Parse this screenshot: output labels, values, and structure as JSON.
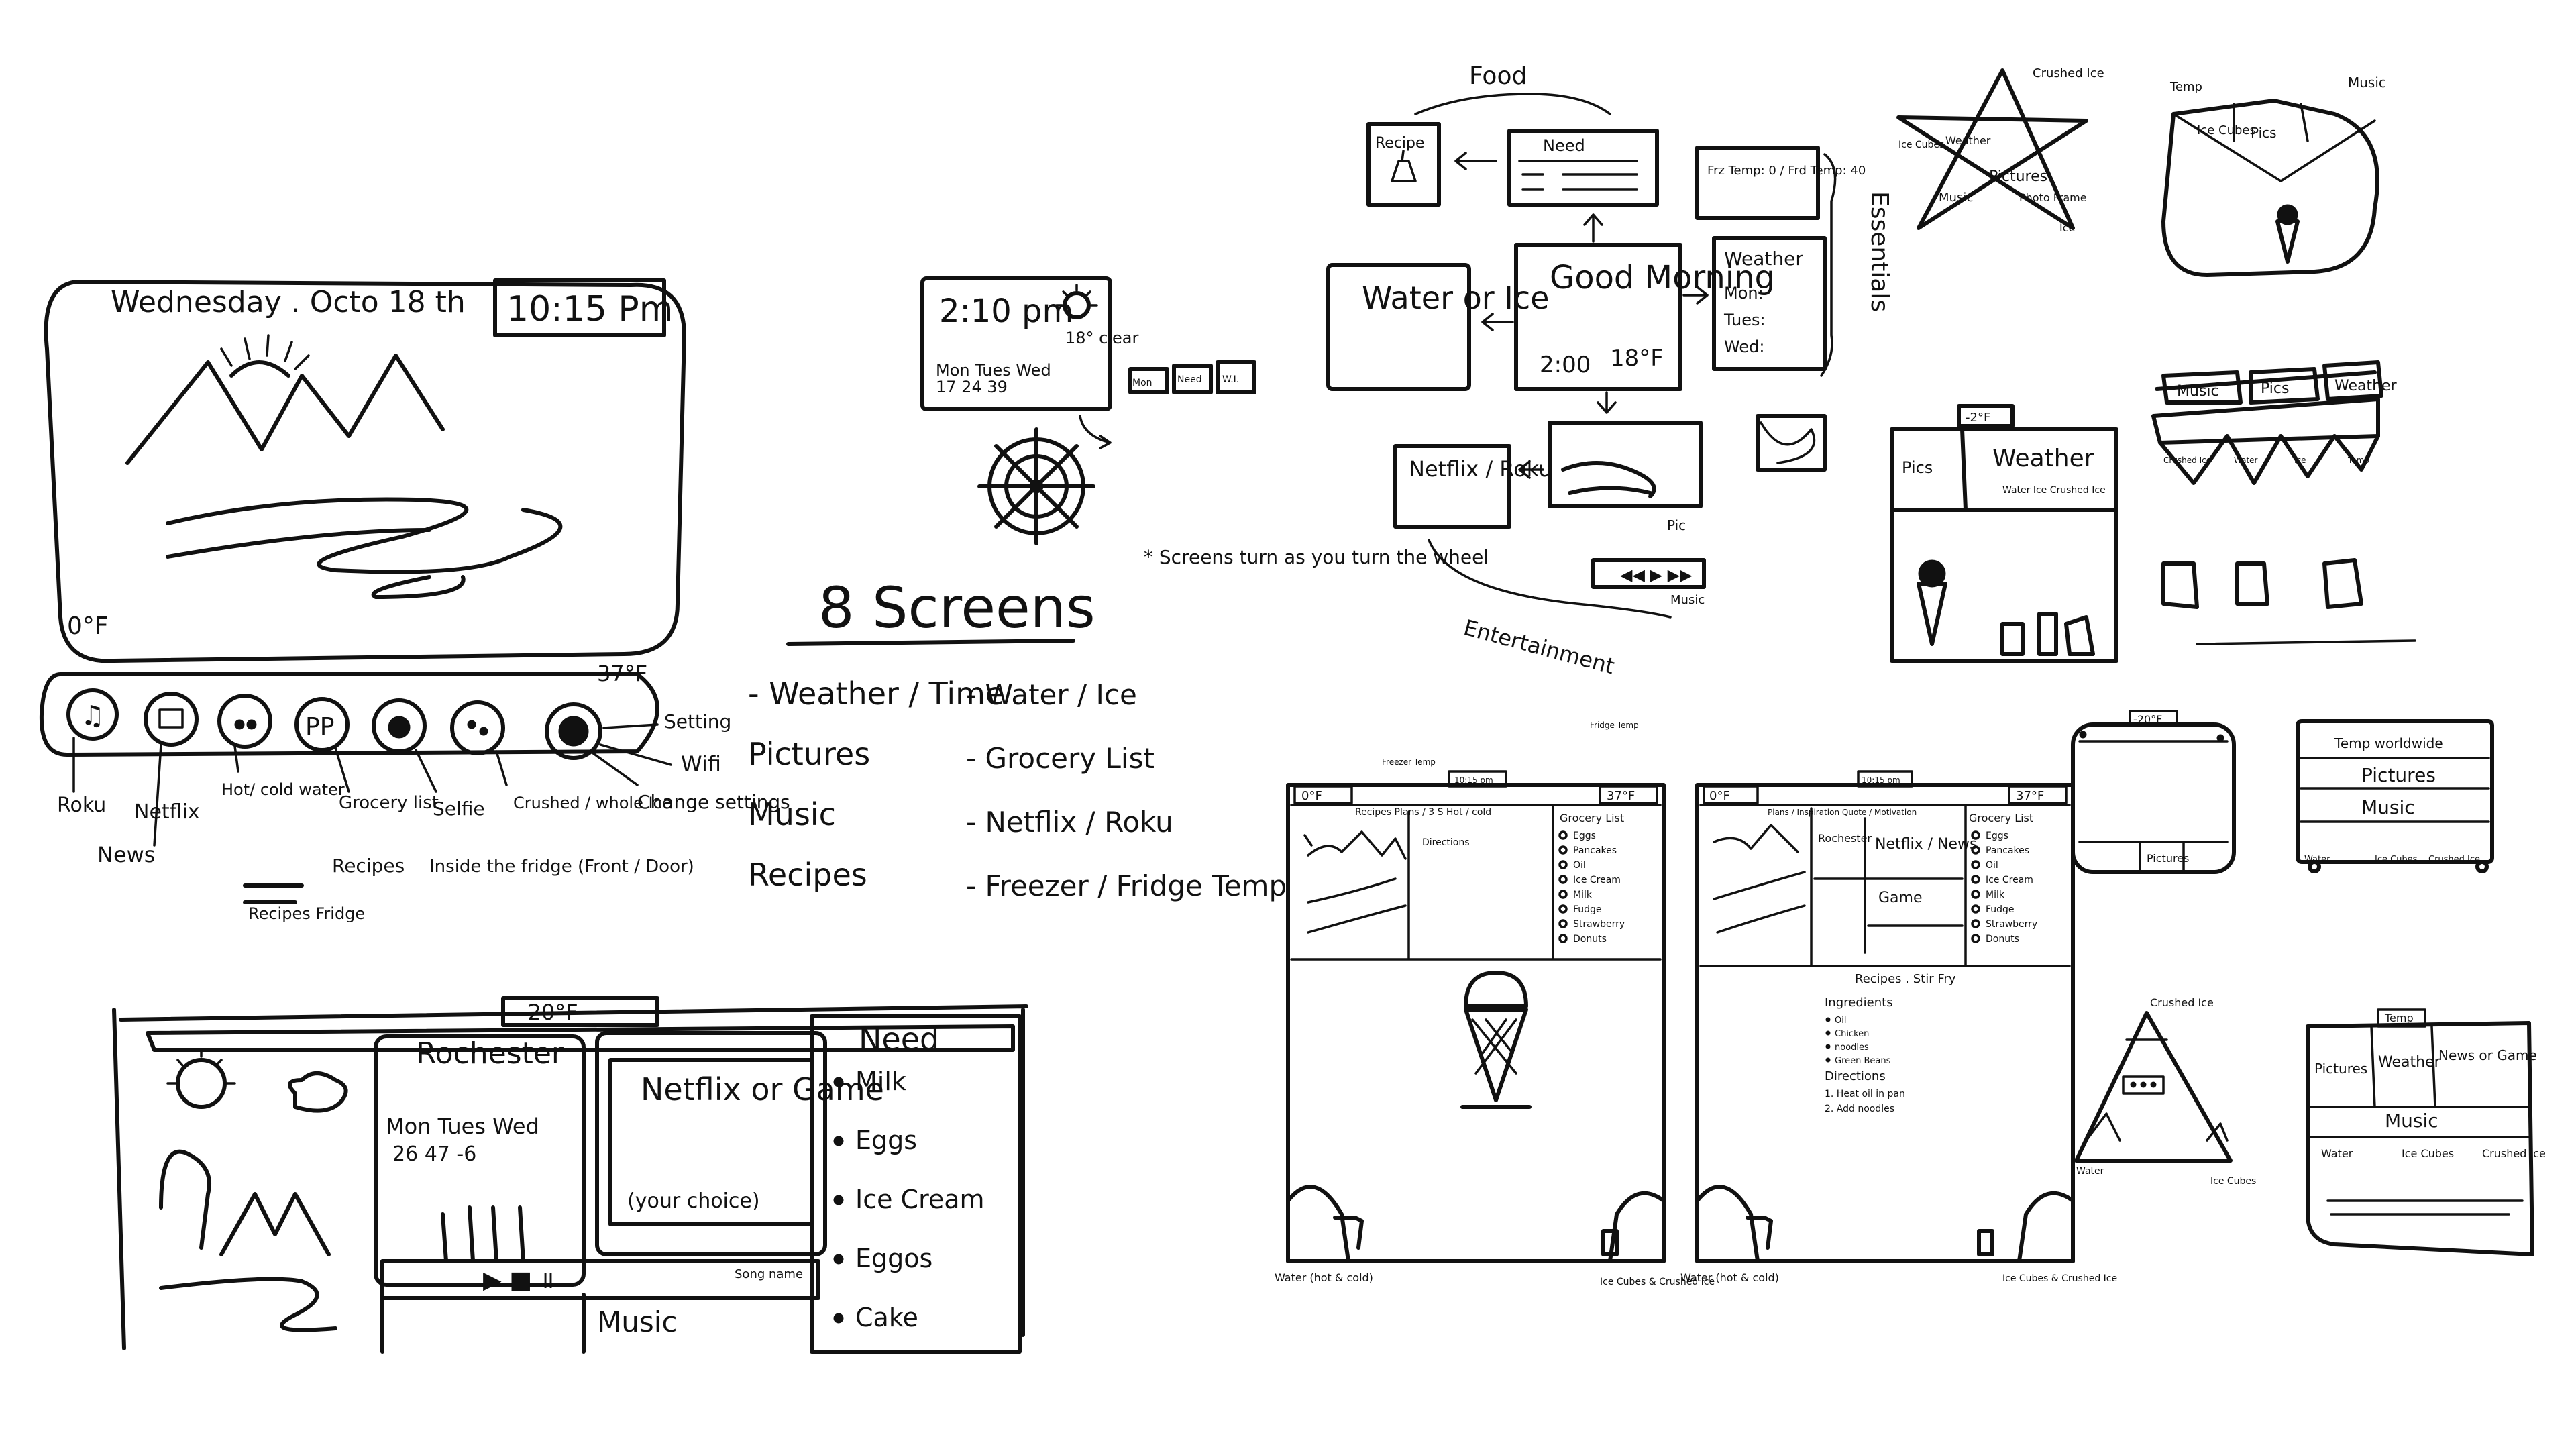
{
  "sketch1": {
    "date": "Wednesday . Octo 18 th",
    "time": "10:15 Pm",
    "temp_left": "0°F",
    "temp_right": "37°F",
    "labels": {
      "roku": "Roku",
      "news": "News",
      "netflix": "Netflix",
      "hot_cold": "Hot/ cold water",
      "grocery": "Grocery list",
      "recipes": "Recipes",
      "selfie": "Selfie",
      "inside": "Inside the fridge (Front / Door)",
      "crushed": "Crushed / whole Ice",
      "change": "Change settings",
      "setting": "Setting",
      "wifi": "Wifi",
      "rec_notes": "Recipes Fridge"
    }
  },
  "sketch2": {
    "temp": "-20°F",
    "city": "Rochester",
    "days": "Mon Tues Wed",
    "temps": "26 47 -6",
    "netflix": "Netflix or Game",
    "choice": "(your choice)",
    "need_title": "Need",
    "need_items": [
      "Milk",
      "Eggs",
      "Ice Cream",
      "Eggos",
      "Cake"
    ],
    "music": "Music",
    "controls": "▶ ■ ॥",
    "mini": "Song name"
  },
  "sketch3": {
    "time": "2:10 pm",
    "temp": "18° clear",
    "days": "Mon Tues Wed",
    "temps": "17 24 39",
    "mini1": "Mon",
    "mini2": "Need",
    "mini3": "W.I."
  },
  "screens": {
    "title": "8 Screens",
    "note": "* Screens turn as you turn the wheel",
    "col1": [
      "- Weather / Time",
      "Pictures",
      "Music",
      "Recipes"
    ],
    "col2": [
      "- Water / Ice",
      "- Grocery List",
      "- Netflix / Roku",
      "- Freezer / Fridge Temp"
    ]
  },
  "flow": {
    "food": "Food",
    "recipe": "Recipe",
    "need": "Need",
    "good_morning": "Good Morning",
    "gm_time": "2:00",
    "gm_temp": "18°F",
    "water_ice": "Water or Ice",
    "weather": "Weather",
    "weather_days": [
      "Mon:",
      "Tues:",
      "Wed:"
    ],
    "freezer_fridge": "Frz Temp: 0 / Frd Temp: 40",
    "essentials": "Essentials",
    "netflix_roku": "Netflix / Roku",
    "pic": "Pic",
    "music": "Music",
    "entertainment": "Entertainment"
  },
  "star": {
    "ice_cubes": "Ice Cubes",
    "weather": "Weather",
    "pictures": "Pictures",
    "crushed": "Crushed Ice",
    "music": "Music",
    "photo_frame": "Photo Frame",
    "ice": "Ice"
  },
  "heart": {
    "temp": "Temp",
    "music": "Music",
    "ice": "Ice Cubes",
    "pics": "Pics"
  },
  "box_weather": {
    "temp": "-2°F",
    "pics": "Pics",
    "weather": "Weather",
    "small": "Water Ice Crushed Ice"
  },
  "banner": {
    "items": [
      "Music",
      "Pics",
      "Weather"
    ],
    "small": [
      "Crushed Ice",
      "Water",
      "Ice",
      "Temp"
    ]
  },
  "fridge1": {
    "temp_l": "0°F",
    "temp_r": "37°F",
    "time": "10:15 pm",
    "tabs": "Recipes   Plans / 3 S   Hot / cold",
    "list_title": "Grocery List",
    "list": [
      "Eggs",
      "Pancakes",
      "Oil",
      "Ice Cream",
      "Milk",
      "Fudge",
      "Strawberry",
      "Donuts"
    ],
    "rec": "Directions",
    "water": "Water (hot & cold)",
    "ice": "Ice Cubes & Crushed Ice",
    "temp_note": "Freezer Temp",
    "side_temp": "Fridge Temp"
  },
  "fridge2": {
    "temp_l": "0°F",
    "temp_r": "37°F",
    "time": "10:15 pm",
    "tabs": "Plans / Inspiration Quote / Motivation",
    "city": "Rochester",
    "netflix": "Netflix / News",
    "game": "Game",
    "list_title": "Grocery List",
    "list": [
      "Eggs",
      "Pancakes",
      "Oil",
      "Ice Cream",
      "Milk",
      "Fudge",
      "Strawberry",
      "Donuts"
    ],
    "recipes": "Recipes . Stir Fry",
    "ingredients": "Ingredients",
    "ing_items": [
      "Oil",
      "Chicken",
      "noodles",
      "Green Beans"
    ],
    "directions": "Directions",
    "dir_items": [
      "1. Heat oil in pan",
      "2. Add noodles"
    ],
    "water": "Water (hot & cold)",
    "ice": "Ice Cubes & Crushed Ice"
  },
  "small_round": {
    "temp": "-20°F",
    "pics": "Pictures"
  },
  "list_box": {
    "items": [
      "Temp worldwide",
      "Pictures",
      "Music"
    ],
    "foot": [
      "Water",
      "Ice Cubes",
      "Crushed Ice"
    ]
  },
  "triangle": {
    "top": "Crushed Ice",
    "left": "Water",
    "right": "Ice Cubes"
  },
  "last_box": {
    "temp": "Temp",
    "pics": "Pictures",
    "weather": "Weather",
    "news": "News or Game",
    "music": "Music",
    "foot": [
      "Water",
      "Ice Cubes",
      "Crushed Ice"
    ]
  }
}
